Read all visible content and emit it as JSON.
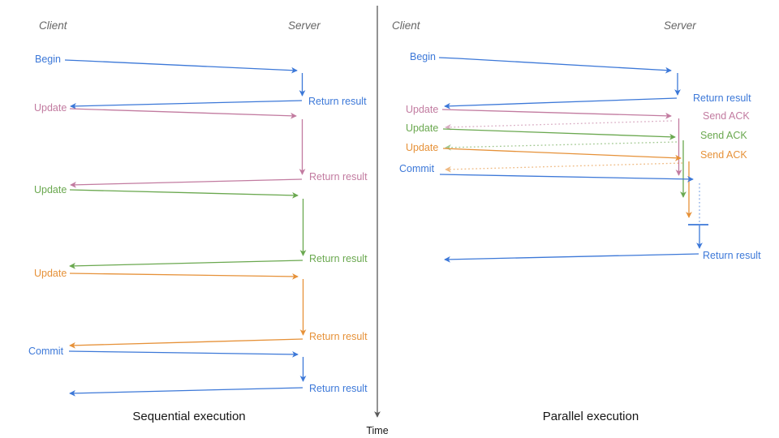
{
  "colors": {
    "blue": "#3c78d8",
    "magenta_pink": "#c27ba0",
    "green": "#6aa84f",
    "orange": "#e69138",
    "time_axis_gray": "#595959",
    "heading_gray": "#666666",
    "title_black": "#161616",
    "background": "#ffffff"
  },
  "time_axis": {
    "label": "Time"
  },
  "sequential": {
    "title": "Sequential execution",
    "client_label": "Client",
    "server_label": "Server",
    "messages": [
      {
        "label": "Begin",
        "color": "#3c78d8",
        "response_label": "Return result"
      },
      {
        "label": "Update",
        "color": "#c27ba0",
        "response_label": "Return result"
      },
      {
        "label": "Update",
        "color": "#6aa84f",
        "response_label": "Return result"
      },
      {
        "label": "Update",
        "color": "#e69138",
        "response_label": "Return result"
      },
      {
        "label": "Commit",
        "color": "#3c78d8",
        "response_label": "Return result"
      }
    ]
  },
  "parallel": {
    "title": "Parallel execution",
    "client_label": "Client",
    "server_label": "Server",
    "messages": [
      {
        "label": "Begin",
        "color": "#3c78d8",
        "response_label": "Return result"
      },
      {
        "label": "Update",
        "color": "#c27ba0",
        "response_label": "Send ACK"
      },
      {
        "label": "Update",
        "color": "#6aa84f",
        "response_label": "Send ACK"
      },
      {
        "label": "Update",
        "color": "#e69138",
        "response_label": "Send ACK"
      },
      {
        "label": "Commit",
        "color": "#3c78d8",
        "response_label": "Return result"
      }
    ]
  }
}
